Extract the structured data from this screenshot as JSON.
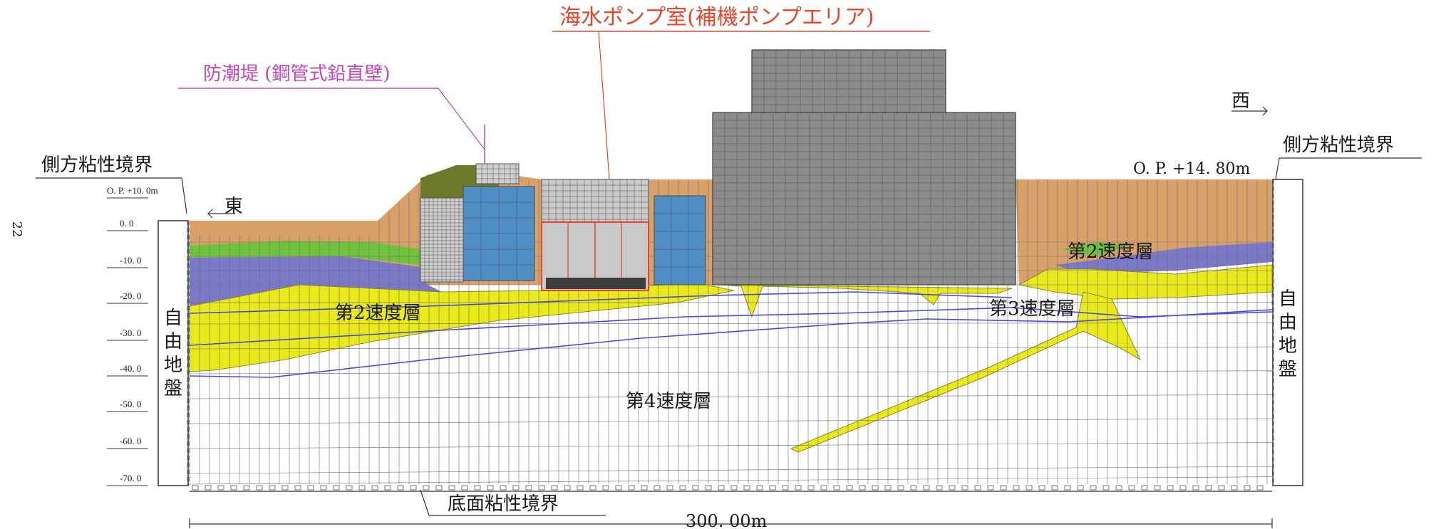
{
  "page_number": "22",
  "titles": {
    "pump_room": "海水ポンプ室(補機ポンプエリア)",
    "seawall": "防潮堤 (鋼管式鉛直壁)"
  },
  "boundaries": {
    "side_left": "側方粘性境界",
    "side_right": "側方粘性境界",
    "bottom": "底面粘性境界"
  },
  "free_field": {
    "left": "自由地盤",
    "right": "自由地盤"
  },
  "directions": {
    "east": "東",
    "west": "西"
  },
  "elevations": {
    "right_top": "O. P. +14. 80m"
  },
  "layers": {
    "layer2_left": "第2速度層",
    "layer2_right": "第2速度層",
    "layer3": "第3速度層",
    "layer4": "第4速度層"
  },
  "dimension": {
    "width": "300. 00m"
  },
  "elevation_axis": {
    "labels": [
      "O. P. +10. 0m",
      "0. 0",
      "-10. 0",
      "-20. 0",
      "-30. 0",
      "-40. 0",
      "-50. 0",
      "-60. 0",
      "-70. 0"
    ]
  },
  "colors": {
    "fill_tan": "#d9a16a",
    "fill_green": "#6fc23b",
    "fill_purple": "#7b78c8",
    "fill_yellow": "#eaea1a",
    "fill_olive": "#6d7a2a",
    "fill_blue": "#4f8fc6",
    "fill_gray_building": "#8c8c8c",
    "fill_light_gray": "#cfcfcf",
    "pump_room_label": "#e8452c",
    "seawall_label": "#c547b5",
    "mesh_line": "#6f6f6f"
  }
}
